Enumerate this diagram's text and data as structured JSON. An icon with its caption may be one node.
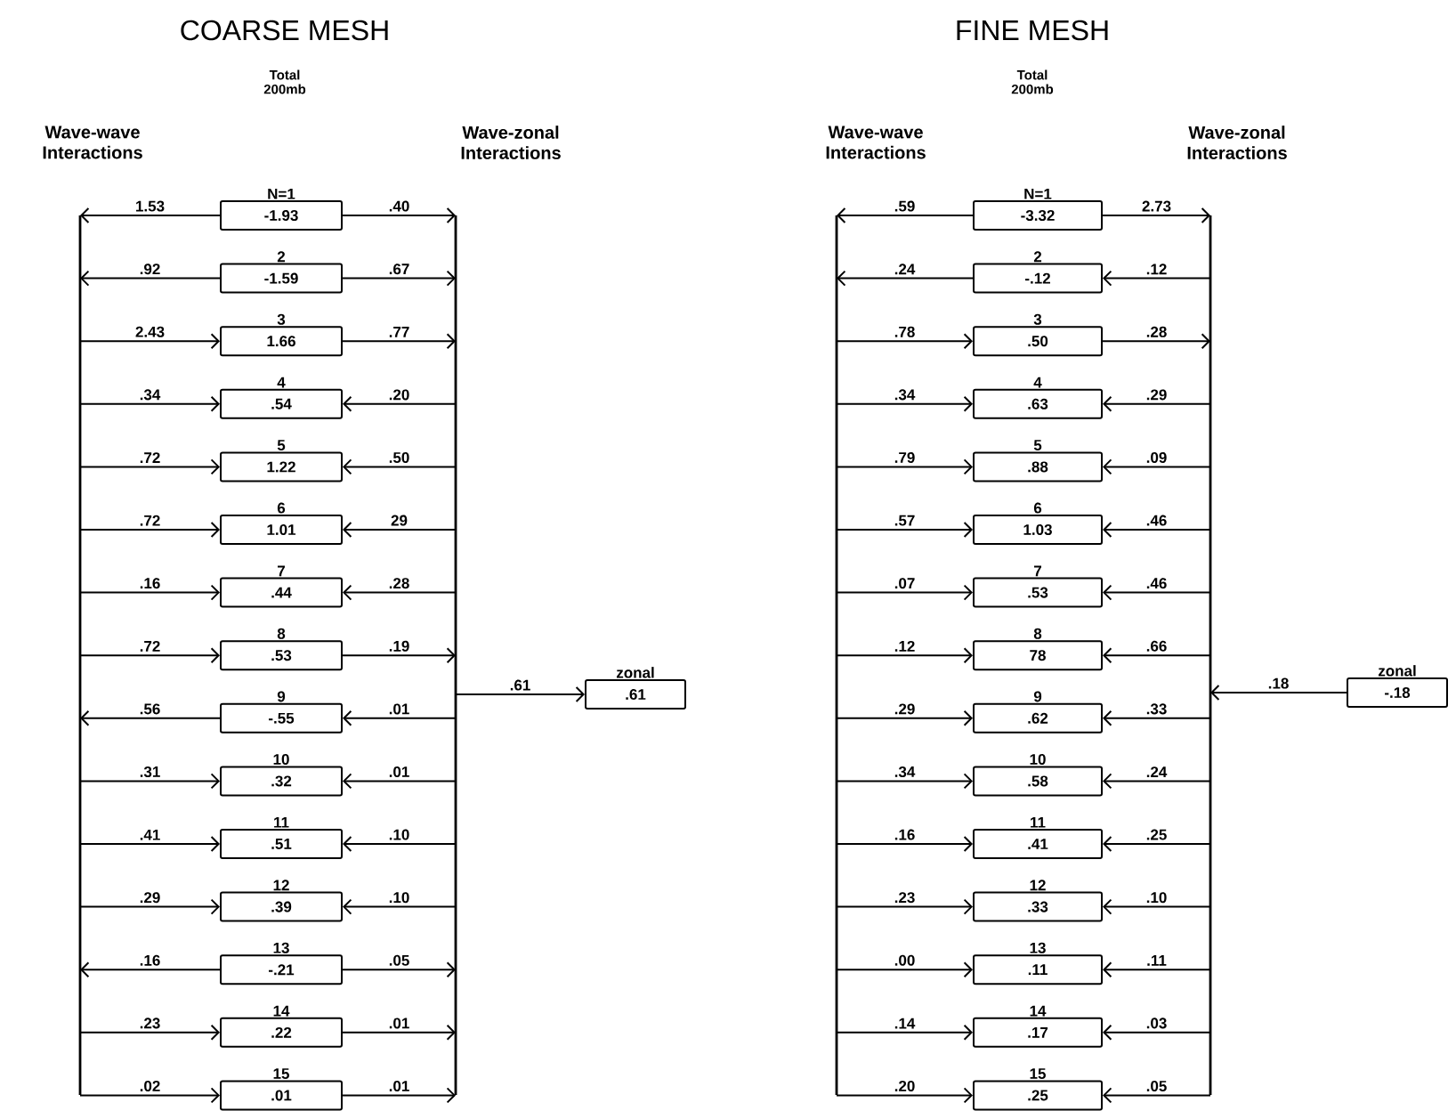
{
  "diagram": {
    "nodes": [
      {
        "text": [],
        "shape": "bar"
      },
      {
        "text": [],
        "shape": "bar"
      },
      {
        "text": [
          "N=1",
          "-1.93"
        ]
      },
      {
        "text": [
          "2",
          "-1.59"
        ]
      },
      {
        "text": [
          "3",
          "1.66"
        ]
      },
      {
        "text": [
          "4",
          ".54"
        ]
      },
      {
        "text": [
          "5",
          "1.22"
        ]
      },
      {
        "text": [
          "6",
          "1.01"
        ]
      },
      {
        "text": [
          "7",
          ".44"
        ]
      },
      {
        "text": [
          "8",
          ".53"
        ]
      },
      {
        "text": [
          "9",
          "-.55"
        ]
      },
      {
        "text": [
          "10",
          ".32"
        ]
      },
      {
        "text": [
          "11",
          ".51"
        ]
      },
      {
        "text": [
          "12",
          ".39"
        ]
      },
      {
        "text": [
          "13",
          "-.21"
        ]
      },
      {
        "text": [
          "14",
          ".22"
        ]
      },
      {
        "text": [
          "15",
          ".01"
        ]
      },
      {
        "text": [
          "zonal",
          ".61"
        ]
      },
      {
        "text": [],
        "shape": "bar"
      },
      {
        "text": [],
        "shape": "bar"
      },
      {
        "text": [
          "N=1",
          "-3.32"
        ]
      },
      {
        "text": [
          "2",
          "-.12"
        ]
      },
      {
        "text": [
          "3",
          ".50"
        ]
      },
      {
        "text": [
          "4",
          ".63"
        ]
      },
      {
        "text": [
          "5",
          ".88"
        ]
      },
      {
        "text": [
          "6",
          "1.03"
        ]
      },
      {
        "text": [
          "7",
          ".53"
        ]
      },
      {
        "text": [
          "8",
          "78"
        ]
      },
      {
        "text": [
          "9",
          ".62"
        ]
      },
      {
        "text": [
          "10",
          ".58"
        ]
      },
      {
        "text": [
          "11",
          ".41"
        ]
      },
      {
        "text": [
          "12",
          ".33"
        ]
      },
      {
        "text": [
          "13",
          ".11"
        ]
      },
      {
        "text": [
          "14",
          ".17"
        ]
      },
      {
        "text": [
          "15",
          ".25"
        ]
      },
      {
        "text": [
          "zonal",
          "-.18"
        ]
      }
    ],
    "edges": [
      {
        "from": 2,
        "to": 0,
        "arrow": "to",
        "label": "1.53"
      },
      {
        "from": 2,
        "to": 1,
        "arrow": "to",
        "label": ".40"
      },
      {
        "from": 3,
        "to": 0,
        "arrow": "to",
        "label": ".92"
      },
      {
        "from": 3,
        "to": 1,
        "arrow": "to",
        "label": ".67"
      },
      {
        "from": 0,
        "to": 4,
        "arrow": "to",
        "label": "2.43"
      },
      {
        "from": 4,
        "to": 1,
        "arrow": "to",
        "label": ".77"
      },
      {
        "from": 0,
        "to": 5,
        "arrow": "to",
        "label": ".34"
      },
      {
        "from": 1,
        "to": 5,
        "arrow": "to",
        "label": ".20"
      },
      {
        "from": 0,
        "to": 6,
        "arrow": "to",
        "label": ".72"
      },
      {
        "from": 1,
        "to": 6,
        "arrow": "to",
        "label": ".50"
      },
      {
        "from": 0,
        "to": 7,
        "arrow": "to",
        "label": ".72"
      },
      {
        "from": 1,
        "to": 7,
        "arrow": "to",
        "label": "29"
      },
      {
        "from": 0,
        "to": 8,
        "arrow": "to",
        "label": ".16"
      },
      {
        "from": 1,
        "to": 8,
        "arrow": "to",
        "label": ".28"
      },
      {
        "from": 0,
        "to": 9,
        "arrow": "to",
        "label": ".72"
      },
      {
        "from": 9,
        "to": 1,
        "arrow": "to",
        "label": ".19"
      },
      {
        "from": 10,
        "to": 0,
        "arrow": "to",
        "label": ".56"
      },
      {
        "from": 1,
        "to": 10,
        "arrow": "to",
        "label": ".01"
      },
      {
        "from": 0,
        "to": 11,
        "arrow": "to",
        "label": ".31"
      },
      {
        "from": 1,
        "to": 11,
        "arrow": "to",
        "label": ".01"
      },
      {
        "from": 0,
        "to": 12,
        "arrow": "to",
        "label": ".41"
      },
      {
        "from": 1,
        "to": 12,
        "arrow": "to",
        "label": ".10"
      },
      {
        "from": 0,
        "to": 13,
        "arrow": "to",
        "label": ".29"
      },
      {
        "from": 1,
        "to": 13,
        "arrow": "to",
        "label": ".10"
      },
      {
        "from": 14,
        "to": 0,
        "arrow": "to",
        "label": ".16"
      },
      {
        "from": 14,
        "to": 1,
        "arrow": "to",
        "label": ".05"
      },
      {
        "from": 0,
        "to": 15,
        "arrow": "to",
        "label": ".23"
      },
      {
        "from": 15,
        "to": 1,
        "arrow": "to",
        "label": ".01"
      },
      {
        "from": 0,
        "to": 16,
        "arrow": "to",
        "label": ".02"
      },
      {
        "from": 16,
        "to": 1,
        "arrow": "to",
        "label": ".01"
      },
      {
        "from": 1,
        "to": 17,
        "arrow": "to",
        "label": ".61"
      },
      {
        "from": 20,
        "to": 18,
        "arrow": "to",
        "label": ".59"
      },
      {
        "from": 20,
        "to": 19,
        "arrow": "to",
        "label": "2.73"
      },
      {
        "from": 21,
        "to": 18,
        "arrow": "to",
        "label": ".24"
      },
      {
        "from": 19,
        "to": 21,
        "arrow": "to",
        "label": ".12"
      },
      {
        "from": 18,
        "to": 22,
        "arrow": "to",
        "label": ".78"
      },
      {
        "from": 22,
        "to": 19,
        "arrow": "to",
        "label": ".28"
      },
      {
        "from": 18,
        "to": 23,
        "arrow": "to",
        "label": ".34"
      },
      {
        "from": 19,
        "to": 23,
        "arrow": "to",
        "label": ".29"
      },
      {
        "from": 18,
        "to": 24,
        "arrow": "to",
        "label": ".79"
      },
      {
        "from": 19,
        "to": 24,
        "arrow": "to",
        "label": ".09"
      },
      {
        "from": 18,
        "to": 25,
        "arrow": "to",
        "label": ".57"
      },
      {
        "from": 19,
        "to": 25,
        "arrow": "to",
        "label": ".46"
      },
      {
        "from": 18,
        "to": 26,
        "arrow": "to",
        "label": ".07"
      },
      {
        "from": 19,
        "to": 26,
        "arrow": "to",
        "label": ".46"
      },
      {
        "from": 18,
        "to": 27,
        "arrow": "to",
        "label": ".12"
      },
      {
        "from": 19,
        "to": 27,
        "arrow": "to",
        "label": ".66"
      },
      {
        "from": 18,
        "to": 28,
        "arrow": "to",
        "label": ".29"
      },
      {
        "from": 19,
        "to": 28,
        "arrow": "to",
        "label": ".33"
      },
      {
        "from": 18,
        "to": 29,
        "arrow": "to",
        "label": ".34"
      },
      {
        "from": 19,
        "to": 29,
        "arrow": "to",
        "label": ".24"
      },
      {
        "from": 18,
        "to": 30,
        "arrow": "to",
        "label": ".16"
      },
      {
        "from": 19,
        "to": 30,
        "arrow": "to",
        "label": ".25"
      },
      {
        "from": 18,
        "to": 31,
        "arrow": "to",
        "label": ".23"
      },
      {
        "from": 19,
        "to": 31,
        "arrow": "to",
        "label": ".10"
      },
      {
        "from": 18,
        "to": 32,
        "arrow": "to",
        "label": ".00"
      },
      {
        "from": 19,
        "to": 32,
        "arrow": "to",
        "label": ".11"
      },
      {
        "from": 18,
        "to": 33,
        "arrow": "to",
        "label": ".14"
      },
      {
        "from": 19,
        "to": 33,
        "arrow": "to",
        "label": ".03"
      },
      {
        "from": 18,
        "to": 34,
        "arrow": "to",
        "label": ".20"
      },
      {
        "from": 19,
        "to": 34,
        "arrow": "to",
        "label": ".05"
      },
      {
        "from": 35,
        "to": 19,
        "arrow": "to",
        "label": ".18"
      }
    ],
    "labels": [
      "COARSE MESH",
      "Total 200mb",
      "Wave-wave Interactions",
      "Wave-zonal Interactions",
      "FINE MESH",
      "Total 200mb",
      "Wave-wave Interactions",
      "Wave-zonal Interactions"
    ]
  }
}
